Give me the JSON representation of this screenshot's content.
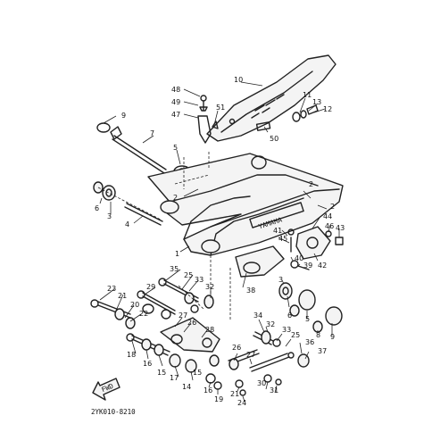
{
  "diagram_code": "2YK010-8210",
  "fwd_label": "FWD",
  "stamp_text": "YAMAHA",
  "callouts": [
    "1",
    "2",
    "3",
    "4",
    "5",
    "6",
    "7",
    "8",
    "9",
    "10",
    "11",
    "12",
    "13",
    "14",
    "15",
    "16",
    "17",
    "18",
    "19",
    "20",
    "21",
    "22",
    "23",
    "24",
    "25",
    "26",
    "27",
    "28",
    "29",
    "30",
    "31",
    "32",
    "33",
    "34",
    "35",
    "36",
    "37",
    "38",
    "39",
    "40",
    "41",
    "42",
    "43",
    "44",
    "45",
    "46",
    "47",
    "48",
    "49",
    "50",
    "51"
  ]
}
